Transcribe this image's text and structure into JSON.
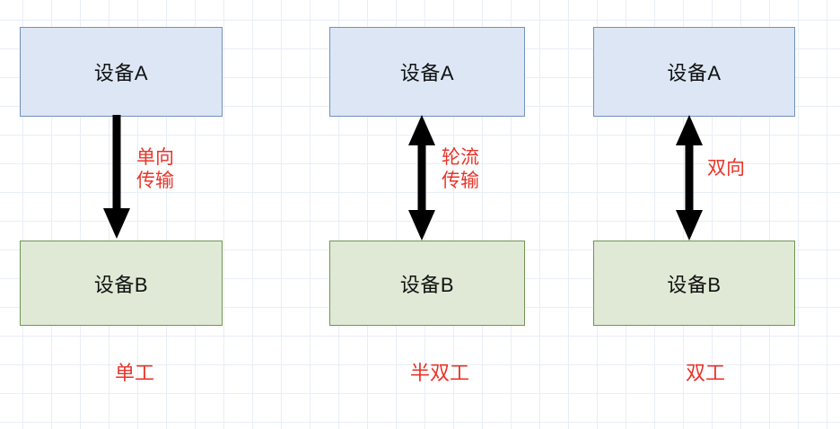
{
  "diagram": {
    "grid_color": "#e8eef7",
    "accent_color": "#e8342a",
    "box_a_fill": "#dce6f5",
    "box_a_stroke": "#7290c0",
    "box_b_fill": "#dfe9d5",
    "box_b_stroke": "#6f9654",
    "columns": [
      {
        "id": "simplex",
        "device_top": "设备A",
        "device_bottom": "设备B",
        "arrow_label": "单向\n传输",
        "arrow_type": "arrow-down",
        "caption": "单工"
      },
      {
        "id": "half-duplex",
        "device_top": "设备A",
        "device_bottom": "设备B",
        "arrow_label": "轮流\n传输",
        "arrow_type": "arrow-up-down",
        "caption": "半双工"
      },
      {
        "id": "full-duplex",
        "device_top": "设备A",
        "device_bottom": "设备B",
        "arrow_label": "双向",
        "arrow_type": "arrow-up-down",
        "caption": "双工"
      }
    ]
  }
}
